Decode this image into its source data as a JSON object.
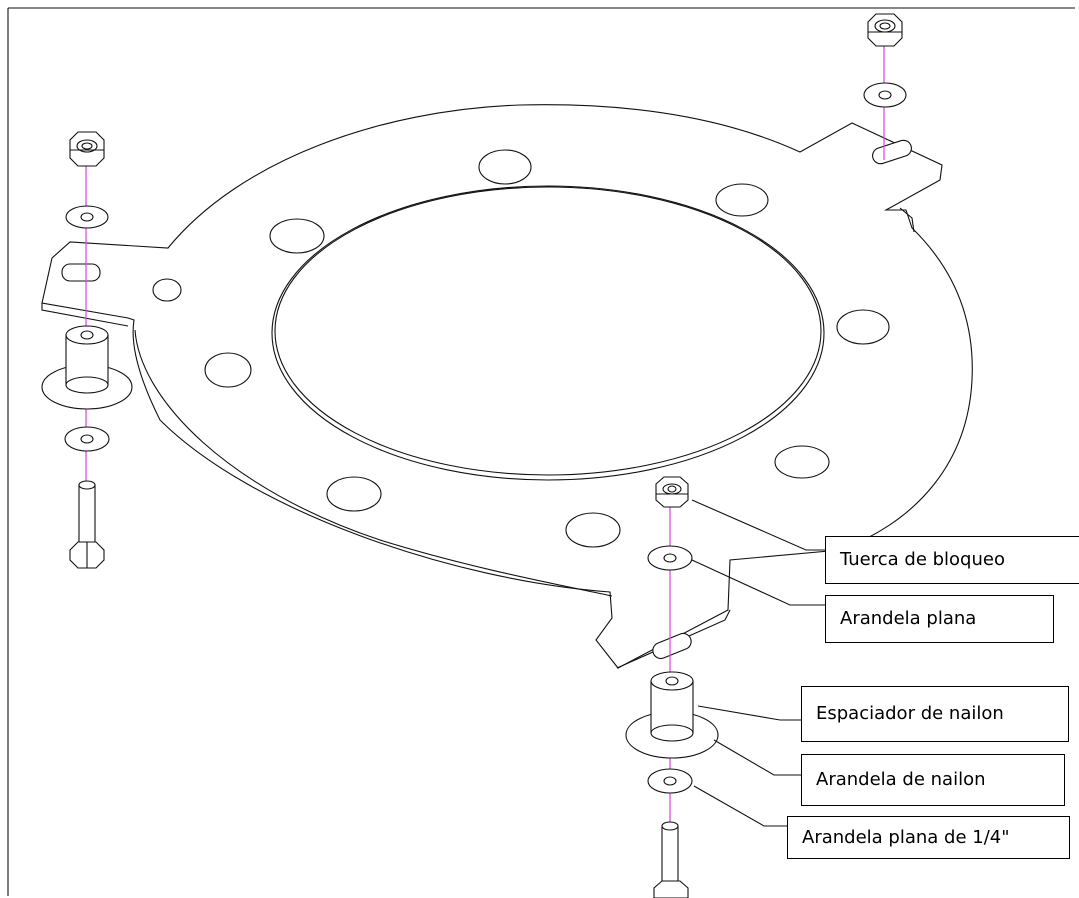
{
  "callouts": [
    {
      "id": "lock-nut",
      "label": "Tuerca de bloqueo"
    },
    {
      "id": "flat-washer",
      "label": "Arandela plana"
    },
    {
      "id": "nylon-spacer",
      "label": "Espaciador de nailon"
    },
    {
      "id": "nylon-washer",
      "label": "Arandela de nailon"
    },
    {
      "id": "quarter-inch-flat-washer",
      "label": "Arandela plana de 1/4\""
    }
  ],
  "colors": {
    "axis_line": "#e040e0",
    "line": "#111111",
    "background": "#ffffff"
  }
}
